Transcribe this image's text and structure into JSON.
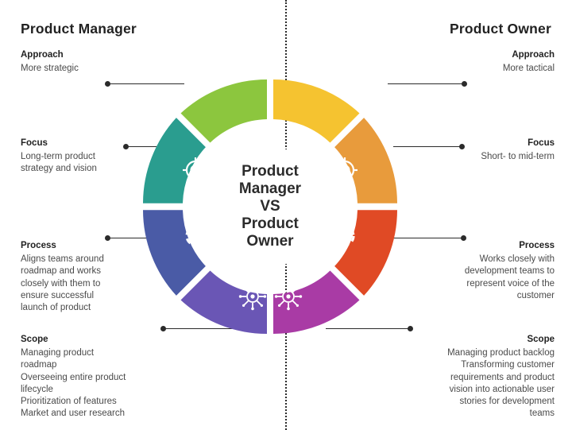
{
  "columns": {
    "left_title": "Product Manager",
    "right_title": "Product Owner"
  },
  "center": {
    "label": "Product\nManager\nVS\nProduct\nOwner"
  },
  "left_items": [
    {
      "head": "Approach",
      "body": "More strategic"
    },
    {
      "head": "Focus",
      "body": "Long-term product\nstrategy and vision"
    },
    {
      "head": "Process",
      "body": "Aligns teams around\nroadmap and works\nclosely with them to\nensure successful\nlaunch of product"
    },
    {
      "head": "Scope",
      "body": "Managing product\nroadmap\nOverseeing entire product\nlifecycle\nPrioritization of features\nMarket and user research"
    }
  ],
  "right_items": [
    {
      "head": "Approach",
      "body": "More tactical"
    },
    {
      "head": "Focus",
      "body": "Short- to mid-term"
    },
    {
      "head": "Process",
      "body": "Works closely with\ndevelopment teams to\nrepresent voice of the\ncustomer"
    },
    {
      "head": "Scope",
      "body": "Managing product backlog\nTransforming customer\nrequirements and product\nvision into actionable user\nstories for development\nteams"
    }
  ],
  "wedges": [
    {
      "name": "approach-left",
      "color": "#8cc63e",
      "icon": "lightbulb-icon"
    },
    {
      "name": "approach-right",
      "color": "#f5c330",
      "icon": "lightbulb-icon"
    },
    {
      "name": "focus-left",
      "color": "#2a9d8f",
      "icon": "target-icon"
    },
    {
      "name": "focus-right",
      "color": "#e89b3c",
      "icon": "target-icon"
    },
    {
      "name": "process-left",
      "color": "#4a5ba6",
      "icon": "dashed-circle-icon"
    },
    {
      "name": "process-right",
      "color": "#e04a25",
      "icon": "dashed-circle-icon"
    },
    {
      "name": "scope-left",
      "color": "#6a56b5",
      "icon": "gear-network-icon"
    },
    {
      "name": "scope-right",
      "color": "#a93ba5",
      "icon": "gear-network-icon"
    }
  ],
  "colors": {
    "line": "#2b2b2b",
    "title": "#222222",
    "body": "#4a4a4a",
    "hub": "#ffffff",
    "background": "#ffffff"
  }
}
